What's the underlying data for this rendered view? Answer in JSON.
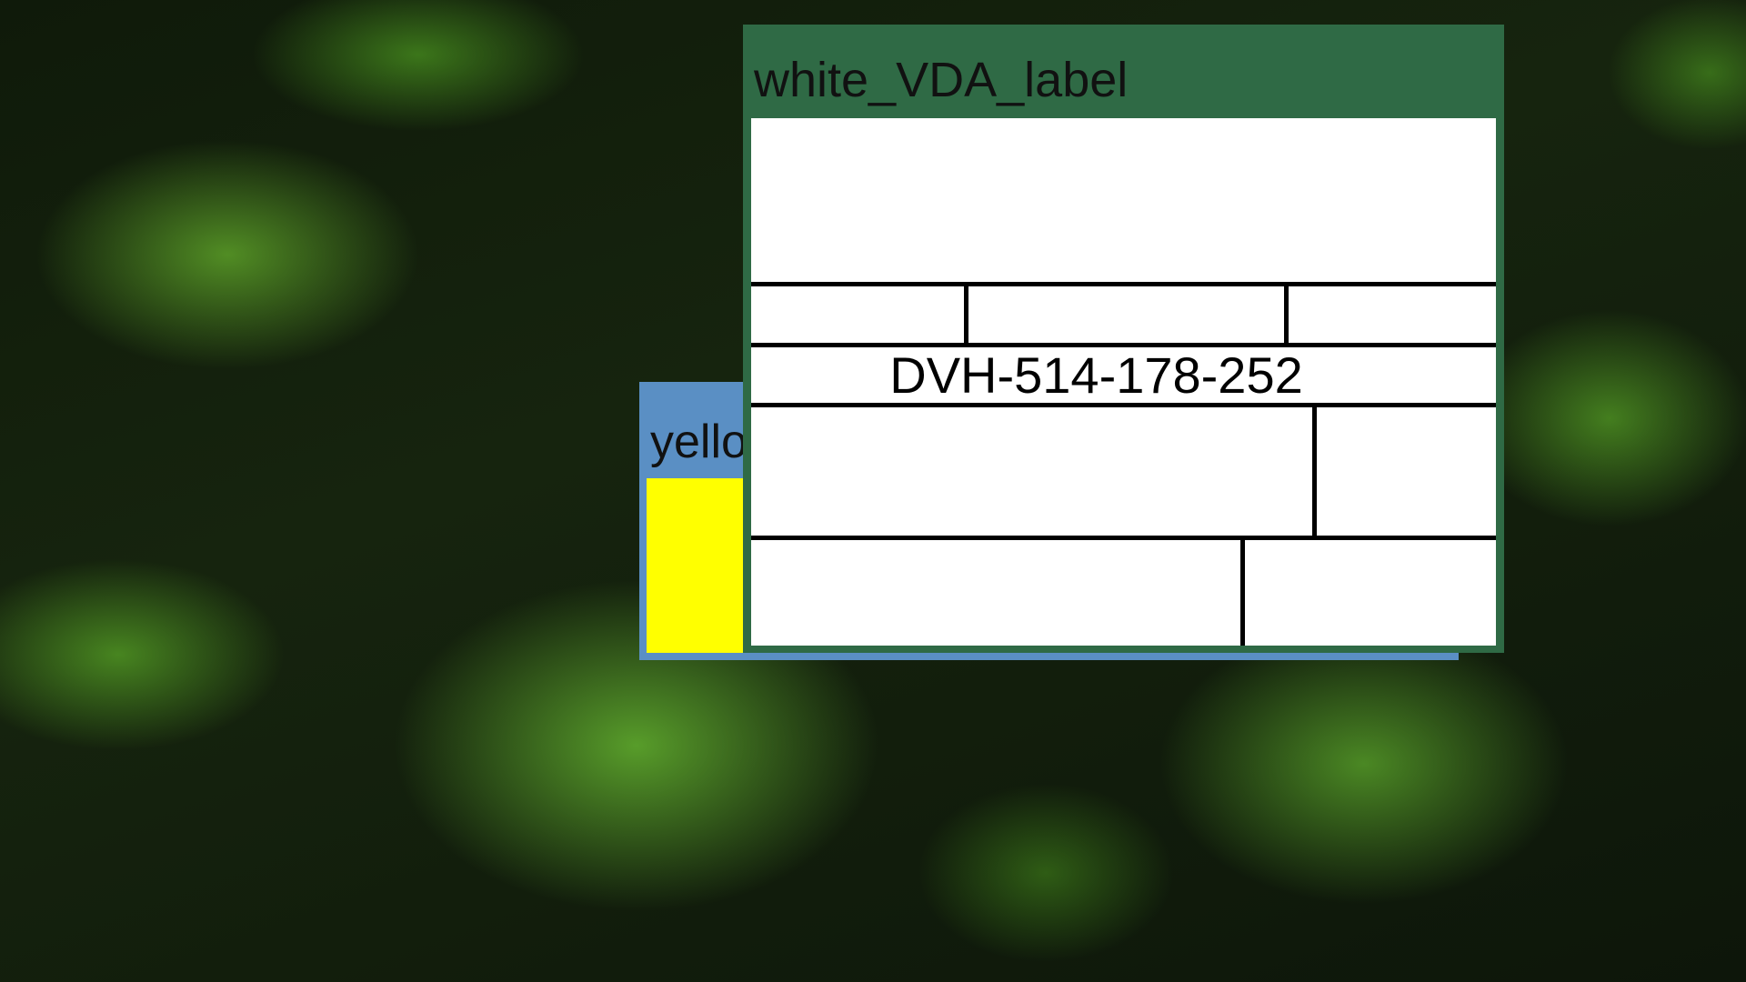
{
  "windows": {
    "yellow": {
      "title": "yellow_VDA_label",
      "color": "#ffff00",
      "frame_color": "#5a8fc4"
    },
    "white": {
      "title": "white_VDA_label",
      "color": "#ffffff",
      "frame_color": "#2f6a45",
      "label_id": "DVH-514-178-252"
    }
  },
  "background": {
    "description_icon": "conifer-branches-wallpaper"
  }
}
